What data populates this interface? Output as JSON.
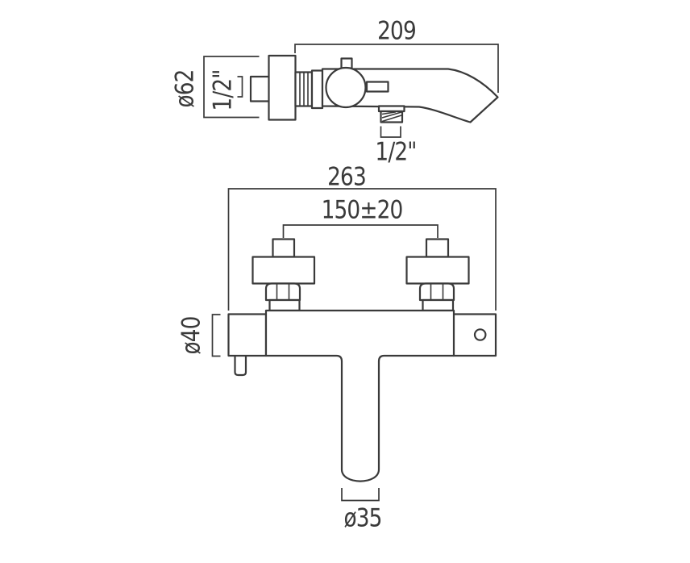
{
  "drawing": {
    "background_color": "#ffffff",
    "line_color": "#3a3a3a",
    "side_view": {
      "dim_spout_projection": "209",
      "dim_wall_flange_diameter": "ø62",
      "dim_inlet_connection": "1/2\"",
      "dim_outlet_connection": "1/2\""
    },
    "front_view": {
      "dim_overall_width": "263",
      "dim_inlet_centres": "150±20",
      "dim_body_diameter": "ø40",
      "dim_spout_diameter": "ø35"
    }
  }
}
